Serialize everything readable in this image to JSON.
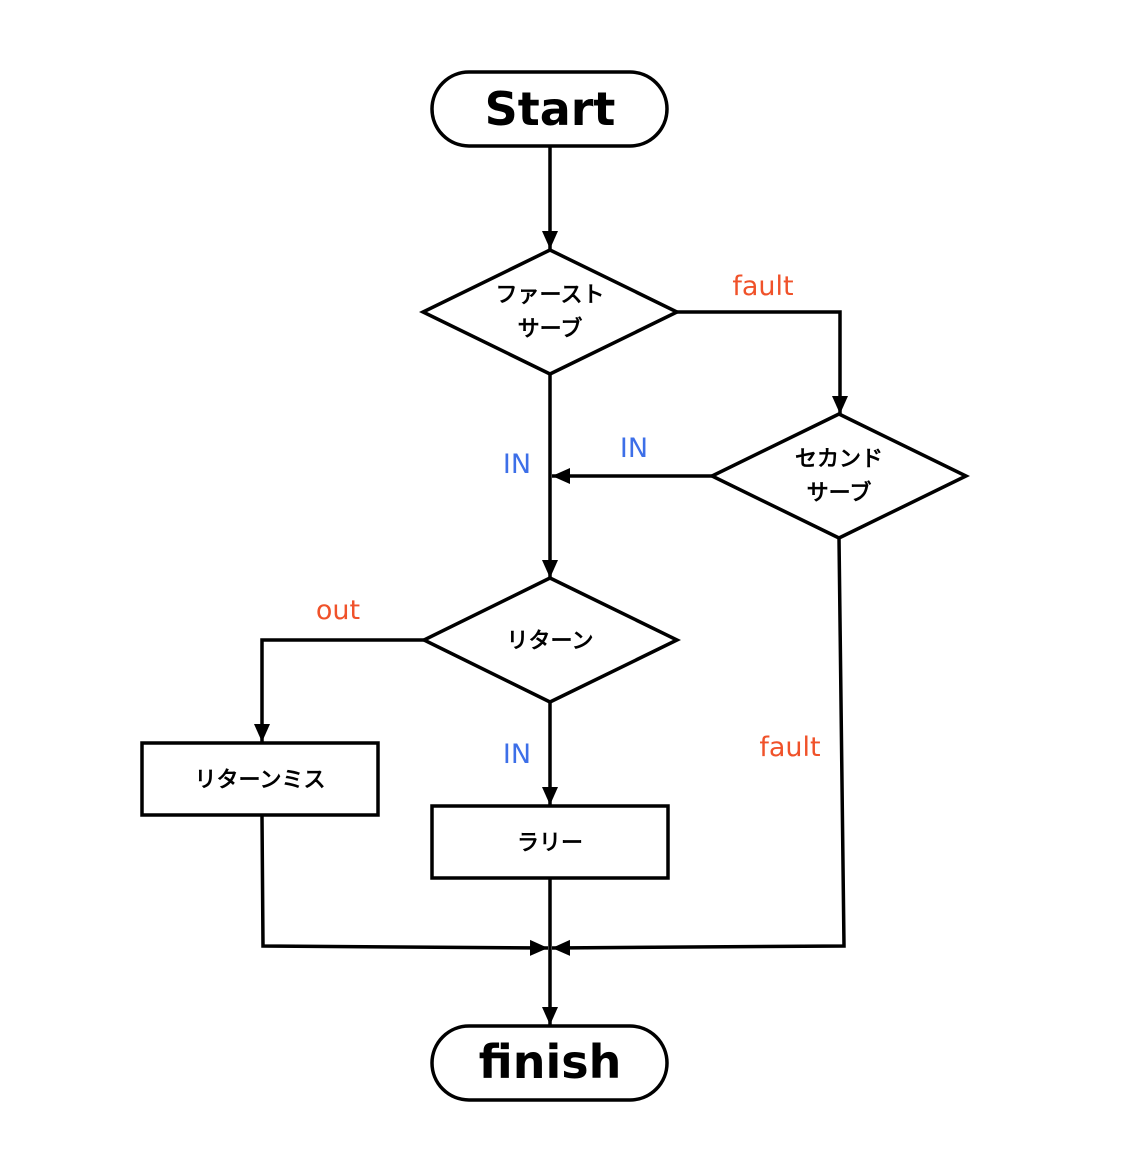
{
  "colors": {
    "line": "#000000",
    "in_label": "#3d6fe8",
    "fault_label": "#f0522a"
  },
  "nodes": {
    "start": "Start",
    "first_serve": [
      "ファースト",
      "サーブ"
    ],
    "second_serve": [
      "セカンド",
      "サーブ"
    ],
    "return": "リターン",
    "return_miss": "リターンミス",
    "rally": "ラリー",
    "finish": "finish"
  },
  "edge_labels": {
    "first_fault": "fault",
    "second_in": "IN",
    "first_in": "IN",
    "return_out": "out",
    "return_in": "IN",
    "second_fault": "fault"
  }
}
